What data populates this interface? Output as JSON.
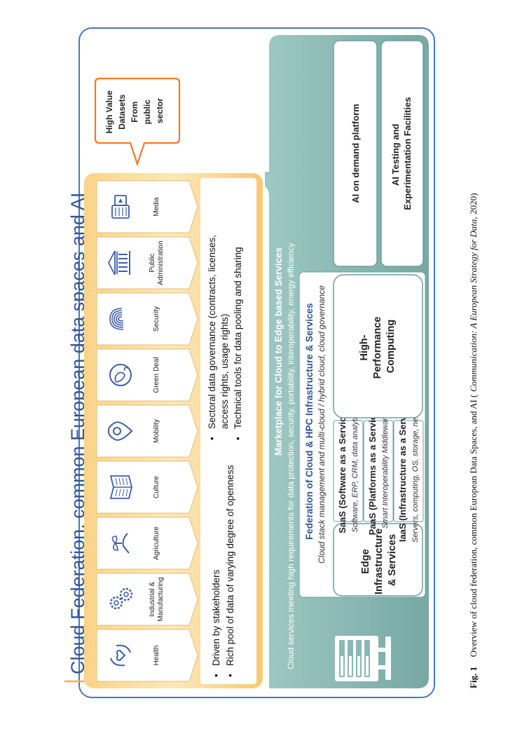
{
  "title": "Cloud Federation, common European data spaces and AI",
  "high_value": [
    "High Value",
    "Datasets",
    "From",
    "public",
    "sector"
  ],
  "sectors": [
    {
      "label": [
        "Health"
      ],
      "icon": "hands-heart-icon"
    },
    {
      "label": [
        "Industrial &",
        "Manufacturing"
      ],
      "icon": "gears-icon"
    },
    {
      "label": [
        "Agriculture"
      ],
      "icon": "hand-sprout-icon"
    },
    {
      "label": [
        "Culture"
      ],
      "icon": "book-icon"
    },
    {
      "label": [
        "Mobility"
      ],
      "icon": "location-pin-icon"
    },
    {
      "label": [
        "Green Deal"
      ],
      "icon": "globe-icon"
    },
    {
      "label": [
        "Security"
      ],
      "icon": "fingerprint-icon"
    },
    {
      "label": [
        "Public",
        "Administration"
      ],
      "icon": "government-building-icon"
    },
    {
      "label": [
        "Media"
      ],
      "icon": "media-icon"
    }
  ],
  "bullets_left": [
    "Driven by stakeholders",
    "Rich pool of data of varying degree of openness"
  ],
  "bullets_right": [
    "Sectoral data governance (contracts, licenses,",
    "access rights, usage rights)",
    "Technical tools for data pooling and sharing"
  ],
  "marketplace": {
    "title": "Marketplace for Cloud to Edge based Services",
    "subtitle": "Cloud services meeting high requirements for data protection, security, portability, interoperability, energy efficiency"
  },
  "federation": {
    "title": "Federation of Cloud & HPC Infrastructure & Services",
    "subtitle": "Cloud stack management and multi-cloud / hybrid cloud, cloud governance"
  },
  "edge": [
    "Edge",
    "Infrastructure",
    "& Services"
  ],
  "layers": [
    {
      "title": "SaaS (Software as a Service)",
      "sub": "Software, ERP, CRM, data analytics"
    },
    {
      "title": "PaaS (Platforms as a Service)",
      "sub": "Smart Interoperability Middleware"
    },
    {
      "title": "IaaS (Infrastructure as a Service)",
      "sub": "Servers, computing, OS, storage, network"
    }
  ],
  "hpc": [
    "High-",
    "Performance",
    "Computing"
  ],
  "ai_platform": "AI on demand platform",
  "ai_testing": [
    "AI Testing and",
    "Experimentation Facilities"
  ],
  "caption": {
    "label": "Fig. 1",
    "text": "Overview of cloud federation, common European Data Spaces, and AI (",
    "italic": "Communication: A European Strategy for Data,",
    "end": " 2020)"
  },
  "colors": {
    "frame": "#4a76bf",
    "title": "#2f5597",
    "orange_light": "#fde3a7",
    "orange_dark": "#f9c26a",
    "teal": "#8ab8b5",
    "teal_dark": "#6e9e9b",
    "callout": "#f07a2b",
    "icon": "#3f5ea5"
  }
}
